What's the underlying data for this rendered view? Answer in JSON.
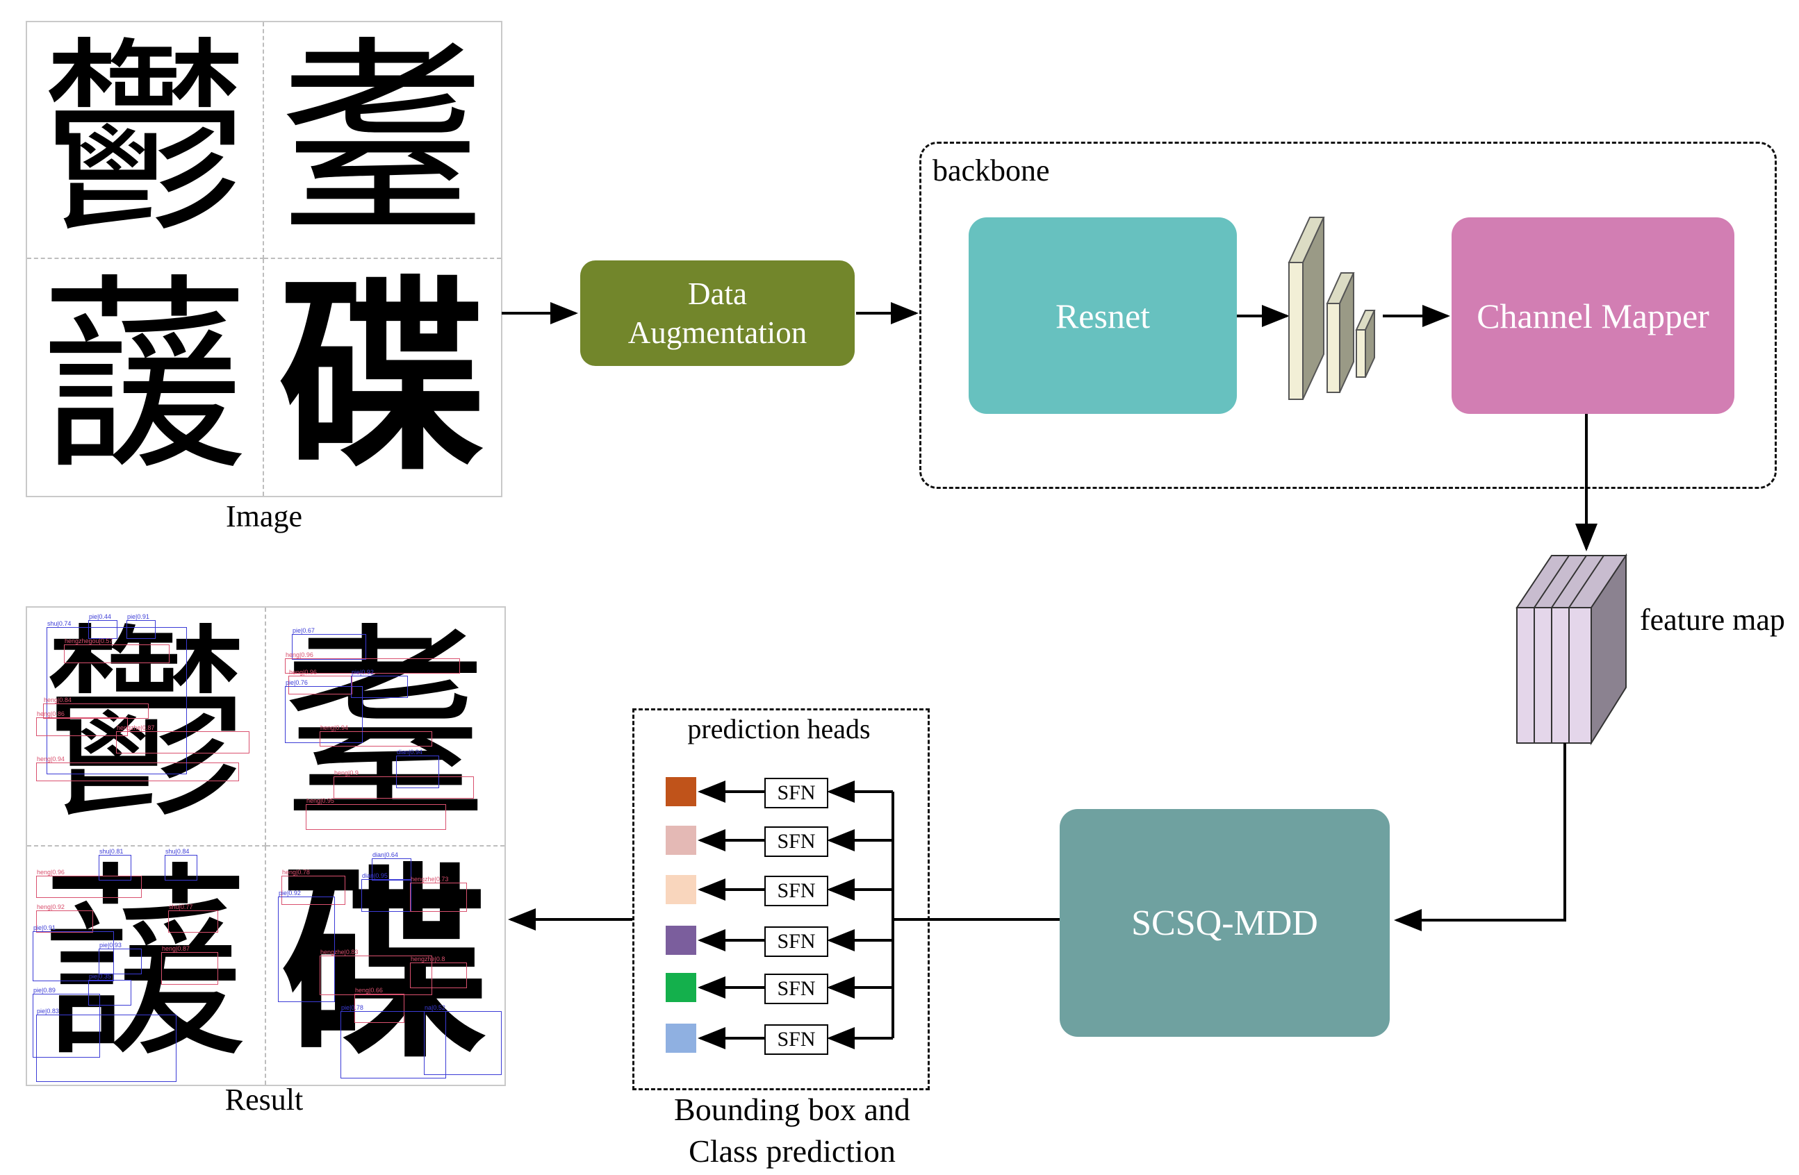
{
  "input": {
    "characters": [
      "鬱",
      "耋",
      "蘐",
      "碟"
    ],
    "label": "Image"
  },
  "augmentation": {
    "label": "Data Augmentation",
    "color": "#72862b"
  },
  "backbone": {
    "title": "backbone",
    "resnet": {
      "label": "Resnet",
      "color": "#67c1bf"
    },
    "channel_mapper": {
      "label": "Channel Mapper",
      "color": "#d27eb3"
    }
  },
  "feature_map": {
    "label": "feature map",
    "front_color": "#e4d6ea",
    "side_color": "#8b8290"
  },
  "model": {
    "label": "SCSQ-MDD",
    "color": "#6fa1a0"
  },
  "heads": {
    "title": "prediction heads",
    "caption": "Bounding box and\nClass prediction",
    "sfn_label": "SFN",
    "rows": [
      {
        "color": "#c0531a"
      },
      {
        "color": "#e4b9b5"
      },
      {
        "color": "#f9d6bd"
      },
      {
        "color": "#7b5e9d"
      },
      {
        "color": "#14b04c"
      },
      {
        "color": "#8fb0e1"
      }
    ]
  },
  "result": {
    "characters": [
      "鬱",
      "耋",
      "蘐",
      "碟"
    ],
    "label": "Result",
    "detections": [
      {
        "cell": 0,
        "tag": "shu|0.74",
        "color": "#3b3bd6"
      },
      {
        "cell": 0,
        "tag": "pie|0.44",
        "color": "#3b3bd6"
      },
      {
        "cell": 0,
        "tag": "pie|0.91",
        "color": "#3b3bd6"
      },
      {
        "cell": 0,
        "tag": "hengzhegou|0.57",
        "color": "#d9506e"
      },
      {
        "cell": 0,
        "tag": "heng|0.84",
        "color": "#d9506e"
      },
      {
        "cell": 0,
        "tag": "heng|0.86",
        "color": "#d9506e"
      },
      {
        "cell": 0,
        "tag": "hengzhe|0.87",
        "color": "#d9506e"
      },
      {
        "cell": 0,
        "tag": "heng|0.94",
        "color": "#d9506e"
      },
      {
        "cell": 1,
        "tag": "pie|0.67",
        "color": "#3b3bd6"
      },
      {
        "cell": 1,
        "tag": "heng|0.96",
        "color": "#d9506e"
      },
      {
        "cell": 1,
        "tag": "heng|0.96",
        "color": "#d9506e"
      },
      {
        "cell": 1,
        "tag": "pie|0.92",
        "color": "#3b3bd6"
      },
      {
        "cell": 1,
        "tag": "pie|0.76",
        "color": "#3b3bd6"
      },
      {
        "cell": 1,
        "tag": "heng|0.94",
        "color": "#d9506e"
      },
      {
        "cell": 1,
        "tag": "dian|0.94",
        "color": "#3b3bd6"
      },
      {
        "cell": 1,
        "tag": "heng|0.9",
        "color": "#d9506e"
      },
      {
        "cell": 1,
        "tag": "heng|0.95",
        "color": "#d9506e"
      },
      {
        "cell": 2,
        "tag": "heng|0.96",
        "color": "#d9506e"
      },
      {
        "cell": 2,
        "tag": "shu|0.81",
        "color": "#3b3bd6"
      },
      {
        "cell": 2,
        "tag": "shu|0.84",
        "color": "#3b3bd6"
      },
      {
        "cell": 2,
        "tag": "heng|0.92",
        "color": "#d9506e"
      },
      {
        "cell": 2,
        "tag": "pie|0.91",
        "color": "#3b3bd6"
      },
      {
        "cell": 2,
        "tag": "shu|0.77",
        "color": "#d9506e"
      },
      {
        "cell": 2,
        "tag": "pie|0.93",
        "color": "#3b3bd6"
      },
      {
        "cell": 2,
        "tag": "pie|0.89",
        "color": "#3b3bd6"
      },
      {
        "cell": 2,
        "tag": "pie|0.35",
        "color": "#3b3bd6"
      },
      {
        "cell": 2,
        "tag": "heng|0.87",
        "color": "#d9506e"
      },
      {
        "cell": 2,
        "tag": "pie|0.83",
        "color": "#3b3bd6"
      },
      {
        "cell": 3,
        "tag": "heng|0.78",
        "color": "#d9506e"
      },
      {
        "cell": 3,
        "tag": "dian|0.64",
        "color": "#3b3bd6"
      },
      {
        "cell": 3,
        "tag": "pie|0.92",
        "color": "#3b3bd6"
      },
      {
        "cell": 3,
        "tag": "dian|0.95",
        "color": "#3b3bd6"
      },
      {
        "cell": 3,
        "tag": "hengzhe|0.73",
        "color": "#d9506e"
      },
      {
        "cell": 3,
        "tag": "hengzhe|0.83",
        "color": "#d9506e"
      },
      {
        "cell": 3,
        "tag": "hengzhe|0.8",
        "color": "#d9506e"
      },
      {
        "cell": 3,
        "tag": "heng|0.66",
        "color": "#d9506e"
      },
      {
        "cell": 3,
        "tag": "pie|0.78",
        "color": "#3b3bd6"
      },
      {
        "cell": 3,
        "tag": "na|0.52",
        "color": "#3b3bd6"
      }
    ]
  }
}
